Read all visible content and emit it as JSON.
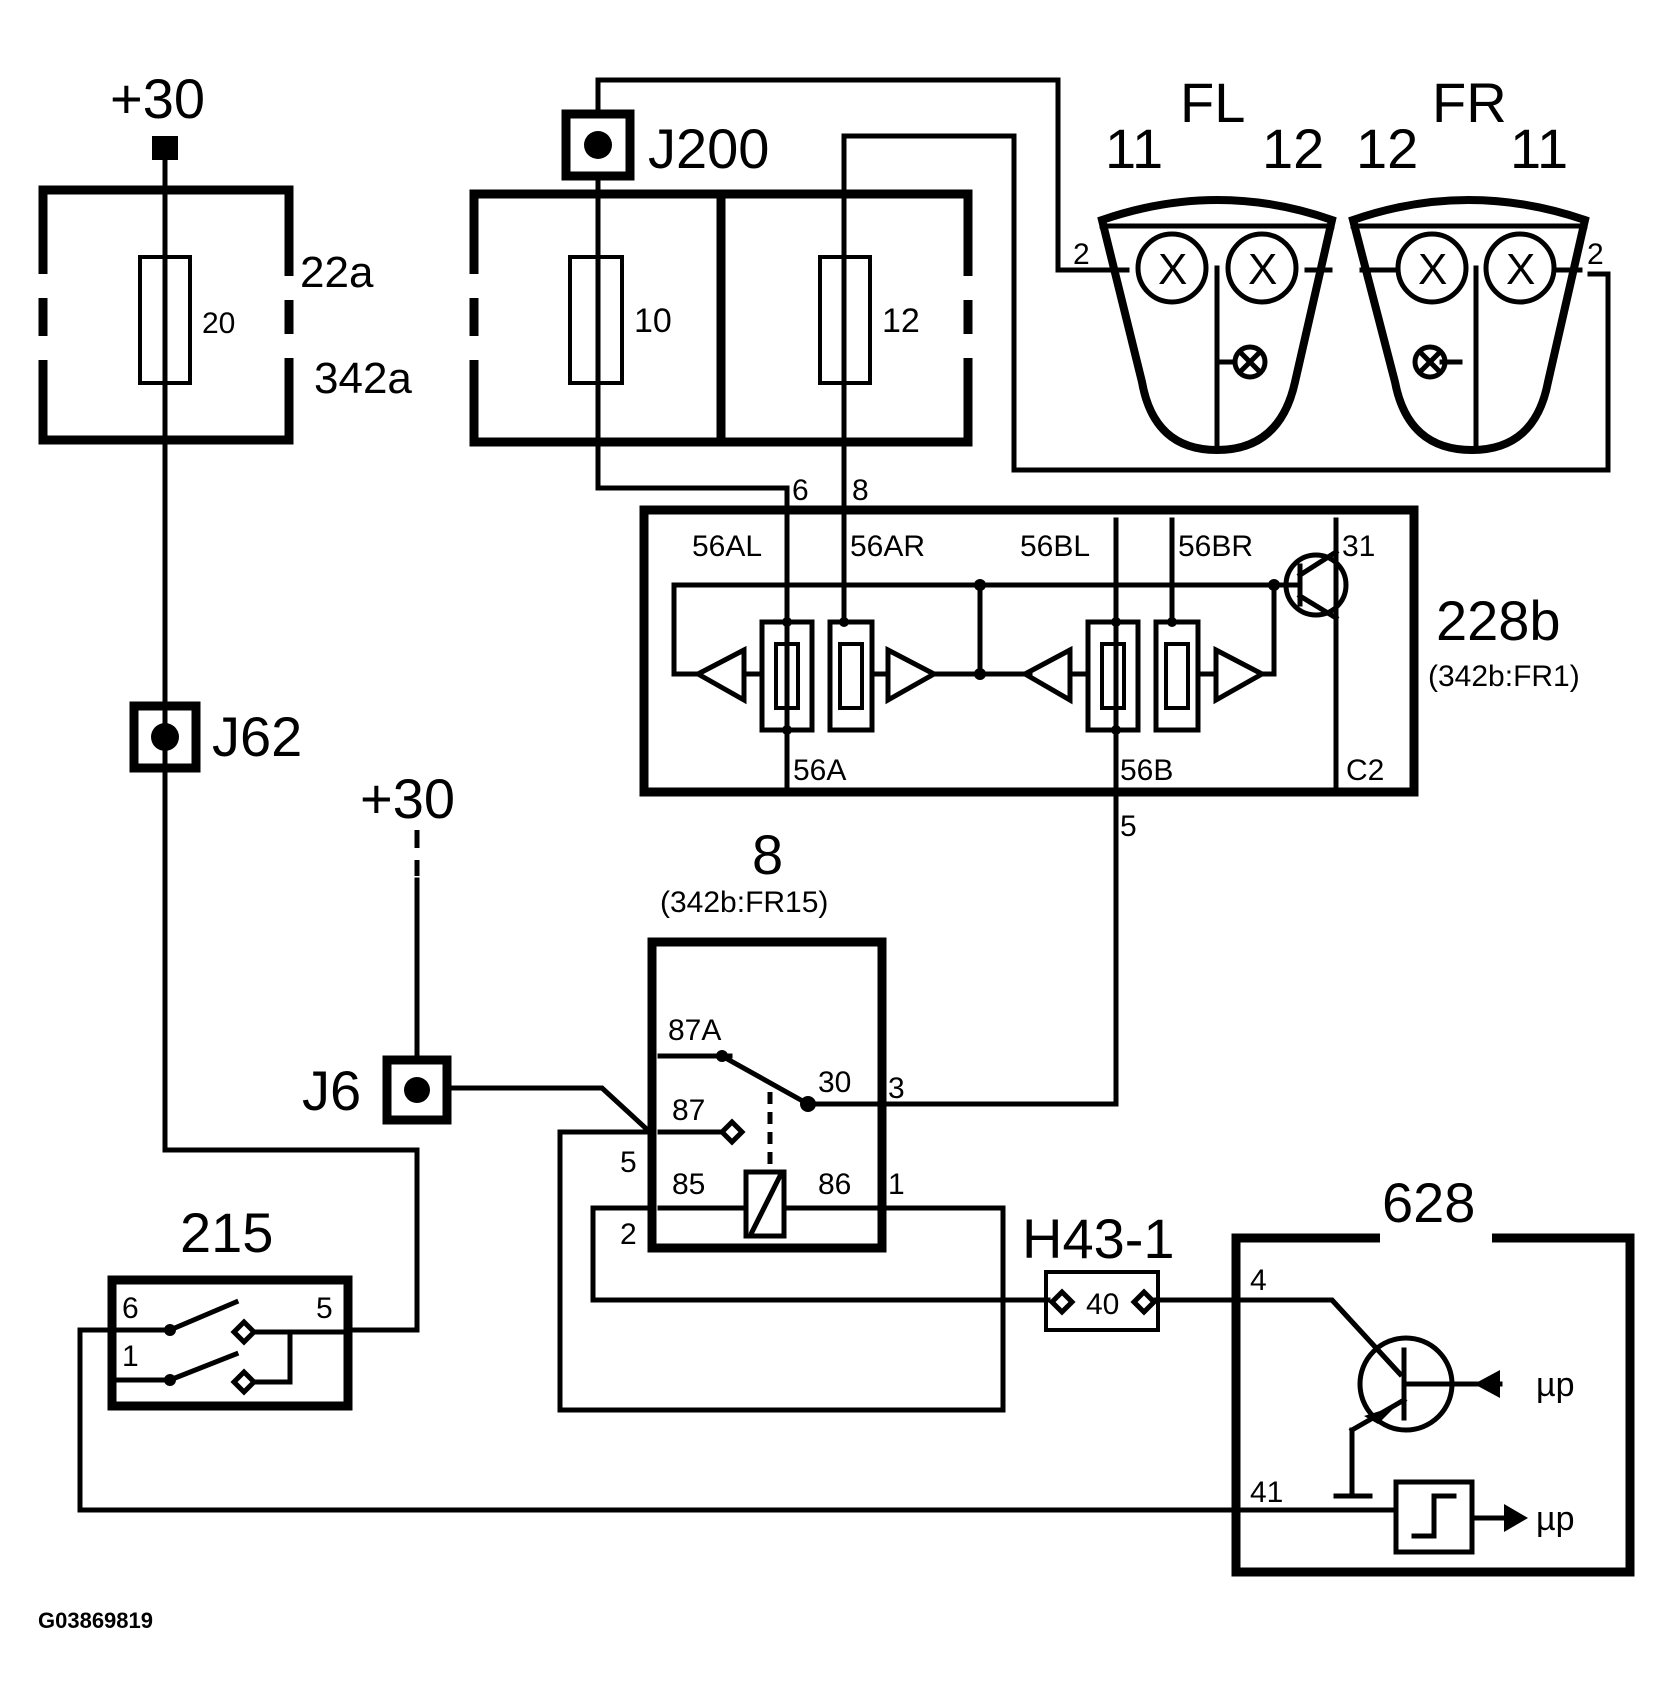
{
  "labels": {
    "supply_left": "+30",
    "supply_mid": "+30",
    "fusebox_a_line1": "22a",
    "fusebox_a_line2": "342a",
    "fuse_20": "20",
    "fuse_10": "10",
    "fuse_12": "12",
    "j200": "J200",
    "j62": "J62",
    "j6": "J6",
    "fl": "FL",
    "fr": "FR",
    "fl_pin_left": "11",
    "fl_pin_right": "12",
    "fr_pin_left": "12",
    "fr_pin_right": "11",
    "fl_pin2": "2",
    "fr_pin2": "2",
    "lamp_x": "X",
    "pin_6": "6",
    "pin_8": "8",
    "m_56al": "56AL",
    "m_56ar": "56AR",
    "m_56bl": "56BL",
    "m_56br": "56BR",
    "m_31": "31",
    "m_56a": "56A",
    "m_56b": "56B",
    "m_c2": "C2",
    "module_id": "228b",
    "module_ref": "(342b:FR1)",
    "pin_5_mod": "5",
    "relay_id": "8",
    "relay_ref": "(342b:FR15)",
    "r_87a": "87A",
    "r_30": "30",
    "r_87": "87",
    "r_85": "85",
    "r_86": "86",
    "r_3": "3",
    "r_5": "5",
    "r_1": "1",
    "r_2": "2",
    "switch_id": "215",
    "s_6": "6",
    "s_5": "5",
    "s_1": "1",
    "h43": "H43-1",
    "h43_pin": "40",
    "ecu_id": "628",
    "ecu_4": "4",
    "ecu_41": "41",
    "ecu_up1": "µp",
    "ecu_up2": "µp",
    "figure_id": "G03869819"
  }
}
